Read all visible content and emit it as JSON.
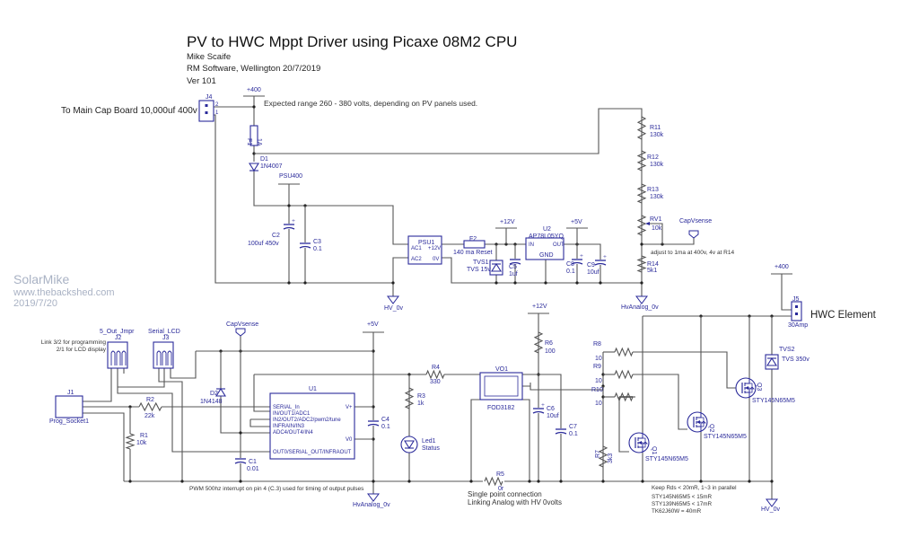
{
  "header": {
    "title": "PV to HWC Mppt Driver using Picaxe 08M2 CPU",
    "author": "Mike Scaife",
    "company": "RM Software, Wellington 20/7/2019",
    "version": "Ver 101"
  },
  "watermark": {
    "name": "SolarMike",
    "site": "www.thebackshed.com",
    "date": "2019/7/20"
  },
  "colors": {
    "wire": "#555555",
    "component": "#2a2a9a",
    "watermark": "#a9b2c4"
  },
  "notes": {
    "cap_board": "To Main Cap Board 10,000uf 400v",
    "expected_range": "Expected range 260 - 380 volts, depending on PV panels used.",
    "adjust": "adjust to 1ma at 400v, 4v at R14",
    "link1": "Link 3/2 for programming",
    "link2": "2/1 for LCD display",
    "pwm": "PWM 500hz interrupt on pin 4 (C.3) used for timing of output pulses",
    "single1": "Single point connection",
    "single2": "Linking Analog with HV 0volts",
    "rds1": "Keep Rds < 20mR, 1~3 in parallel",
    "rds2": "STY145N65M5 < 15mR",
    "rds3": "STY139N65M5 < 17mR",
    "rds4": "TK62J60W = 40mR",
    "hwc": "HWC Element"
  },
  "nets": {
    "p400": "+400",
    "psu400": "PSU400",
    "p12v": "+12V",
    "p5v": "+5V",
    "hv0": "HV_0v",
    "hva0": "HvAnalog_0v",
    "capvsense": "CapVsense"
  },
  "components": {
    "J4": {
      "ref": "J4",
      "pin_a": "2",
      "pin_b": "1"
    },
    "F1": {
      "ref": "F1",
      "value": "1A"
    },
    "D1": {
      "ref": "D1",
      "value": "1N4007"
    },
    "C2": {
      "ref": "C2",
      "value": "100uf 450v"
    },
    "C3": {
      "ref": "C3",
      "value": "0.1"
    },
    "PSU1": {
      "ref": "PSU1",
      "ac1": "AC1",
      "ac2": "AC2",
      "v12": "+12V",
      "v0": "0V"
    },
    "F2": {
      "ref": "F2",
      "value": "140 ma Reset"
    },
    "TVS1": {
      "ref": "TVS1",
      "value": "TVS 15v"
    },
    "C5": {
      "ref": "C5",
      "value": "1uf"
    },
    "U2": {
      "ref": "U2",
      "value": "AP78L05YQ",
      "in": "IN",
      "out": "OUT",
      "gnd": "GND"
    },
    "C8": {
      "ref": "C8",
      "value": "0.1"
    },
    "C9": {
      "ref": "C9",
      "value": "10uf"
    },
    "R11": {
      "ref": "R11",
      "value": "130k"
    },
    "R12": {
      "ref": "R12",
      "value": "130k"
    },
    "R13": {
      "ref": "R13",
      "value": "130k"
    },
    "RV1": {
      "ref": "RV1",
      "value": "10k"
    },
    "R14": {
      "ref": "R14",
      "value": "5k1"
    },
    "J5": {
      "ref": "J5",
      "value": "30Amp"
    },
    "TVS2": {
      "ref": "TVS2",
      "value": "TVS 350v"
    },
    "J1": {
      "ref": "J1",
      "value": "Prog_Socket1"
    },
    "J2": {
      "ref": "J2",
      "value": "5_Out_Jmpr"
    },
    "J3": {
      "ref": "J3",
      "value": "Serial_LCD"
    },
    "R1": {
      "ref": "R1",
      "value": "10k"
    },
    "R2": {
      "ref": "R2",
      "value": "22k"
    },
    "D2": {
      "ref": "D2",
      "value": "1N4148"
    },
    "C1": {
      "ref": "C1",
      "value": "0.01"
    },
    "U1": {
      "ref": "U1",
      "pins": [
        "SERIAL_In",
        "IN/OUT1/ADC1",
        "IN2/OUT2/ADC2/pwm2/tune",
        "INFRAIN/IN3",
        "ADC4/OUT4/IN4",
        "OUT0/SERIAL_OUT/INFRAOUT"
      ],
      "vplus": "V+",
      "v0": "V0"
    },
    "C4": {
      "ref": "C4",
      "value": "0.1"
    },
    "R4": {
      "ref": "R4",
      "value": "330"
    },
    "R3": {
      "ref": "R3",
      "value": "1k"
    },
    "Led1": {
      "ref": "Led1",
      "value": "Status"
    },
    "VO1": {
      "ref": "VO1",
      "value": "FOD3182"
    },
    "R5": {
      "ref": "R5",
      "value": "0r"
    },
    "R6": {
      "ref": "R6",
      "value": "100"
    },
    "C6": {
      "ref": "C6",
      "value": "10uf"
    },
    "C7": {
      "ref": "C7",
      "value": "0.1"
    },
    "R7": {
      "ref": "R7",
      "value": "3k3"
    },
    "R8": {
      "ref": "R8",
      "value": "10"
    },
    "R9": {
      "ref": "R9",
      "value": "10"
    },
    "R10": {
      "ref": "R10",
      "value": "10"
    },
    "Q1": {
      "ref": "Q1",
      "value": "STY145N65M5"
    },
    "Q2": {
      "ref": "Q2",
      "value": "STY145N65M5"
    },
    "Q3": {
      "ref": "Q3",
      "value": "STY145N65M5"
    }
  }
}
